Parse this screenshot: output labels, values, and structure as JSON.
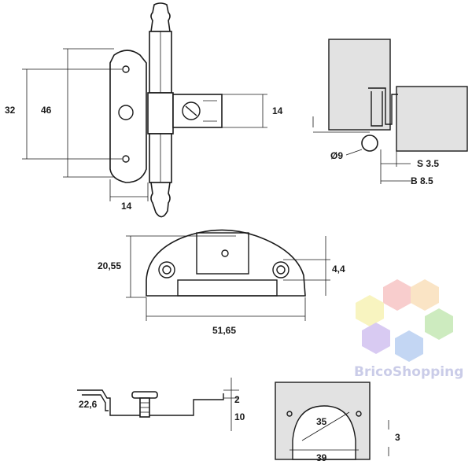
{
  "hinge_front": {
    "dim_32": "32",
    "dim_46": "46",
    "dim_14_right": "14",
    "dim_14_bottom": "14"
  },
  "side_detail": {
    "dim_9": "Ø9",
    "dim_s": "S 3.5",
    "dim_b": "B 8.5"
  },
  "plate_top": {
    "dim_height": "20,55",
    "dim_hole": "4,4",
    "dim_width": "51,65"
  },
  "plate_side": {
    "dim_height": "22,6",
    "dim_2": "2",
    "dim_10": "10"
  },
  "drill": {
    "dim_35": "35",
    "dim_39": "39",
    "dim_3": "3"
  },
  "watermark": {
    "text": "BricoShopping",
    "colors": [
      "#f7b6b6",
      "#f9d7a8",
      "#f6f0a4",
      "#b9e5a0",
      "#a7c4ee",
      "#c8b1ec"
    ]
  }
}
